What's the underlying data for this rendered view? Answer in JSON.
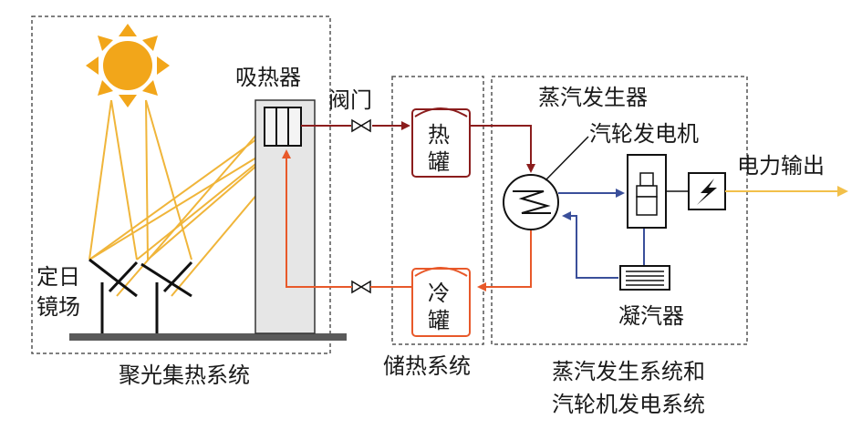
{
  "systems": {
    "solar": "聚光集热系统",
    "storage": "储热系统",
    "power_line1": "蒸汽发生系统和",
    "power_line2": "汽轮机发电系统"
  },
  "components": {
    "receiver": "吸热器",
    "valve": "阀门",
    "heliostat_line1": "定日",
    "heliostat_line2": "镜场",
    "hot_tank_line1": "热",
    "hot_tank_line2": "罐",
    "cold_tank_line1": "冷",
    "cold_tank_line2": "罐",
    "steam_generator": "蒸汽发生器",
    "turbine_generator": "汽轮发电机",
    "condenser": "凝汽器",
    "power_output": "电力输出"
  },
  "colors": {
    "hot_line": "#8b1d1d",
    "cold_line": "#e8592a",
    "water_line": "#3a4f9a",
    "sun": "#f2a61a",
    "light_ray": "#f0b53a",
    "output_line": "#f2c04a",
    "box_border": "#555555"
  }
}
